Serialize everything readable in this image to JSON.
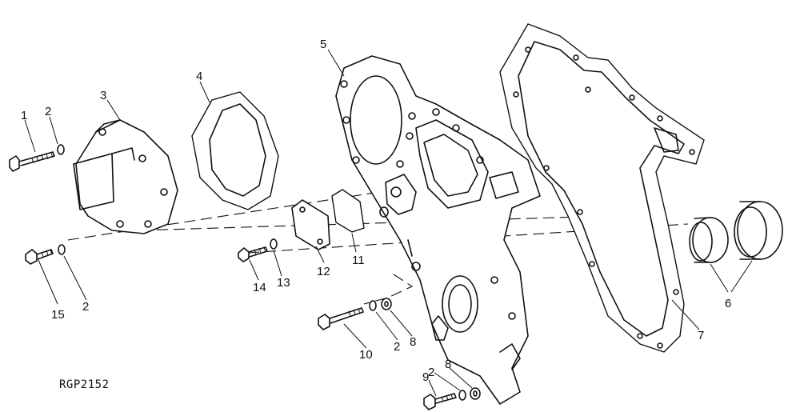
{
  "figure_code": "RGP2152",
  "callouts": [
    "1",
    "2",
    "3",
    "4",
    "5",
    "2",
    "15",
    "2",
    "14",
    "13",
    "12",
    "11",
    "10",
    "2",
    "8",
    "9",
    "2",
    "8",
    "7",
    "6"
  ]
}
